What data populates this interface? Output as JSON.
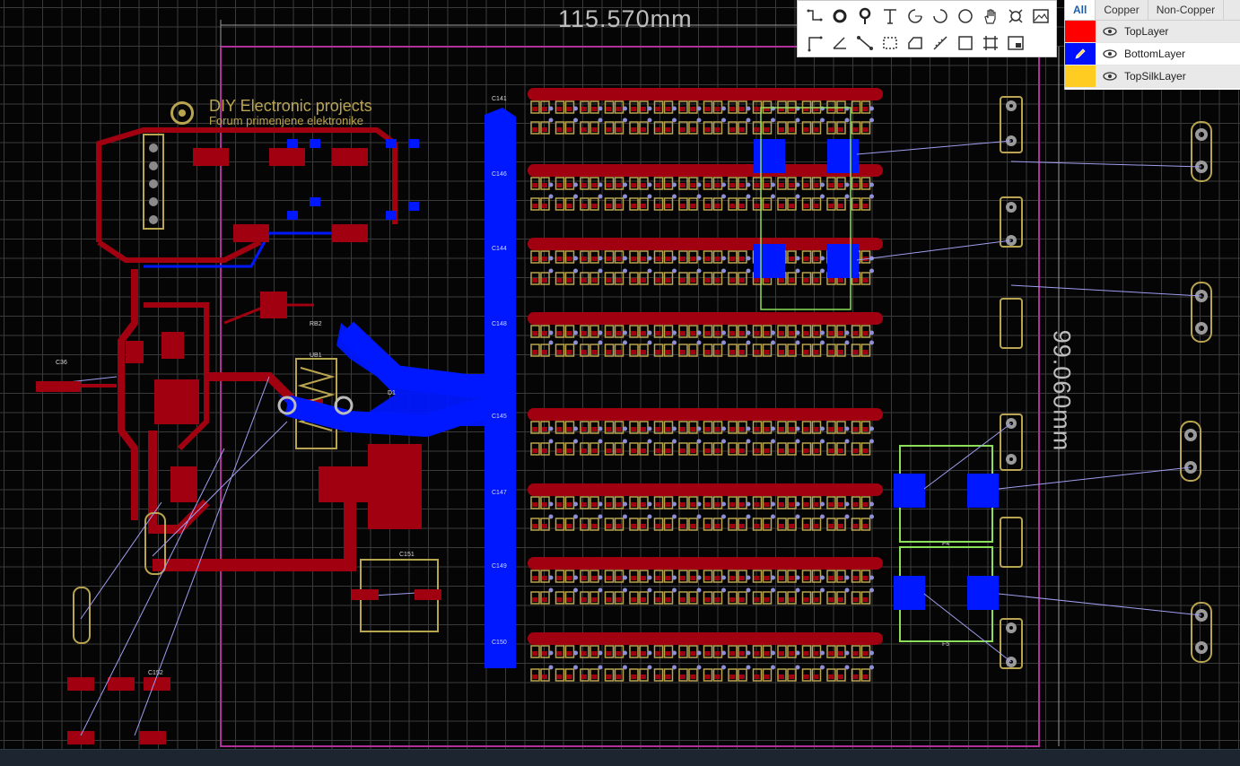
{
  "canvas": {
    "width_dimension": "115.570mm",
    "height_dimension": "99.060mm",
    "logo_title": "DIY Electronic projects",
    "logo_subtitle": "Forum primenjene elektronike",
    "colors": {
      "background": "#050505",
      "grid": "#3a3a3a",
      "top_copper": "#a00010",
      "bottom_copper": "#0018ff",
      "silkscreen": "#b9a44f",
      "ratsnest": "#9e9ef0",
      "board_outline": "#b0309a",
      "keepout": "#8dde5a"
    },
    "labels": {
      "c141": "C141",
      "c146": "C146",
      "c144": "C144",
      "c148": "C148",
      "c145": "C145",
      "c147": "C147",
      "c149": "C149",
      "c150": "C150",
      "c151": "C151",
      "c152": "C152",
      "d1": "D1",
      "ub1": "UB1",
      "rb2": "RB2",
      "c36": "C36",
      "f4": "F4",
      "f5": "F5"
    }
  },
  "toolbar": {
    "tools_row1": [
      "wire-tool-icon",
      "via-tool-icon",
      "pad-tool-icon",
      "text-tool-icon",
      "arc-tool-icon",
      "arc-ccw-tool-icon",
      "circle-tool-icon",
      "pan-tool-icon",
      "connection-tool-icon",
      "image-tool-icon"
    ],
    "tools_row2": [
      "line-tool-icon",
      "angle-tool-icon",
      "dimension-tool-icon",
      "rect-select-tool-icon",
      "polygon-tool-icon",
      "measure-tool-icon",
      "rectangle-tool-icon",
      "group-tool-icon",
      "panel-tool-icon"
    ]
  },
  "layers": {
    "tabs": [
      "All",
      "Copper",
      "Non-Copper"
    ],
    "active_tab": "All",
    "items": [
      {
        "name": "TopLayer",
        "color": "#ff0000",
        "active": false
      },
      {
        "name": "BottomLayer",
        "color": "#0010ff",
        "active": true
      },
      {
        "name": "TopSilkLayer",
        "color": "#ffcc22",
        "active": false
      }
    ]
  }
}
